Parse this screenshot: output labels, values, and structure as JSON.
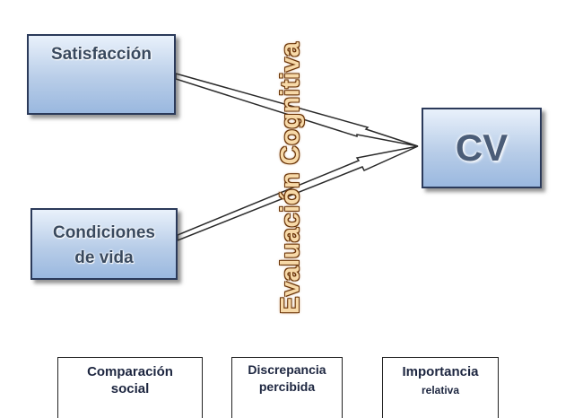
{
  "diagram": {
    "boxes": {
      "satisfaccion": "Satisfacción",
      "condiciones_line1": "Condiciones",
      "condiciones_line2": "de vida",
      "cv": "CV"
    },
    "vertical_label": "Evaluación Cognitiva",
    "factors": [
      {
        "line1": "Comparación",
        "line2": "social"
      },
      {
        "line1": "Discrepancia",
        "line2": "percibida"
      },
      {
        "line1": "Importancia",
        "line2": "relativa"
      }
    ]
  },
  "colors": {
    "box_fill": "#b8cde8",
    "box_border": "#2b3a5a",
    "box_text": "#39495e",
    "label_fill": "#f7d9a8",
    "label_outline": "#6b3508"
  }
}
